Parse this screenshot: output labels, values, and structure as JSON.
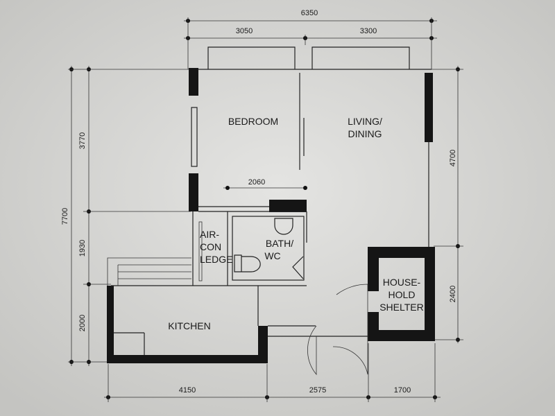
{
  "dimensions": {
    "top_total": "6350",
    "top_left": "3050",
    "top_right": "3300",
    "left_total": "7700",
    "left_upper": "3770",
    "left_middle": "1930",
    "left_lower": "2000",
    "right_upper": "4700",
    "right_lower": "2400",
    "bottom_left": "4150",
    "bottom_middle": "2575",
    "bottom_right": "1700",
    "bedroom_inner": "2060"
  },
  "rooms": {
    "bedroom": "BEDROOM",
    "living_line1": "LIVING/",
    "living_line2": "DINING",
    "aircon_line1": "AIR-",
    "aircon_line2": "CON",
    "aircon_line3": "LEDGE",
    "bath_line1": "BATH/",
    "bath_line2": "WC",
    "kitchen": "KITCHEN",
    "shelter_line1": "HOUSE-",
    "shelter_line2": "HOLD",
    "shelter_line3": "SHELTER"
  }
}
